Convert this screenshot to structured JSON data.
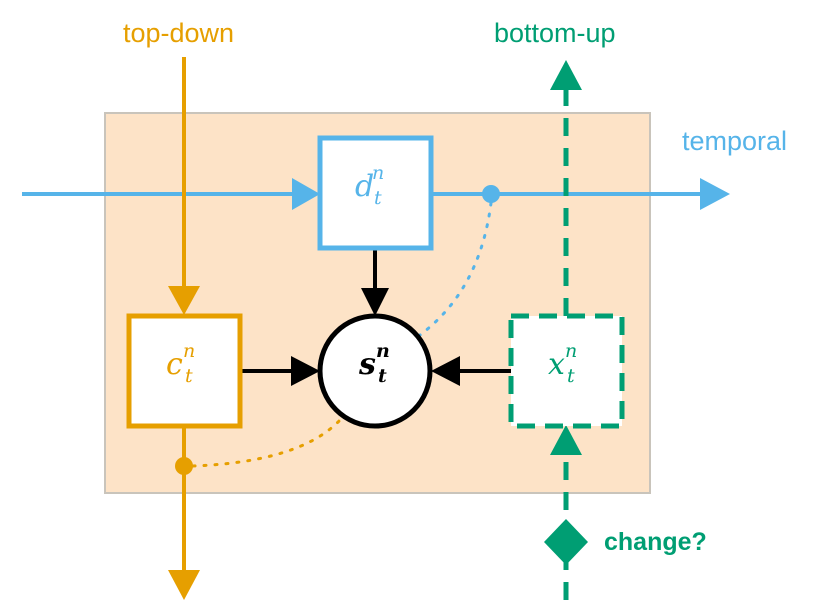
{
  "labels": {
    "top_down": "top-down",
    "bottom_up": "bottom-up",
    "temporal": "temporal",
    "change": "change?"
  },
  "nodes": {
    "d": {
      "base": "d",
      "sup": "n",
      "sub": "t"
    },
    "c": {
      "base": "c",
      "sup": "n",
      "sub": "t"
    },
    "s": {
      "base": "s",
      "sup": "n",
      "sub": "t"
    },
    "x": {
      "base": "x",
      "sup": "n",
      "sub": "t"
    }
  },
  "colors": {
    "top_down": "#e69f00",
    "bottom_up": "#009e73",
    "temporal": "#56b4e9",
    "panel_fill": "#fde3c7",
    "panel_border": "#c9c4bb",
    "core": "#000000"
  }
}
